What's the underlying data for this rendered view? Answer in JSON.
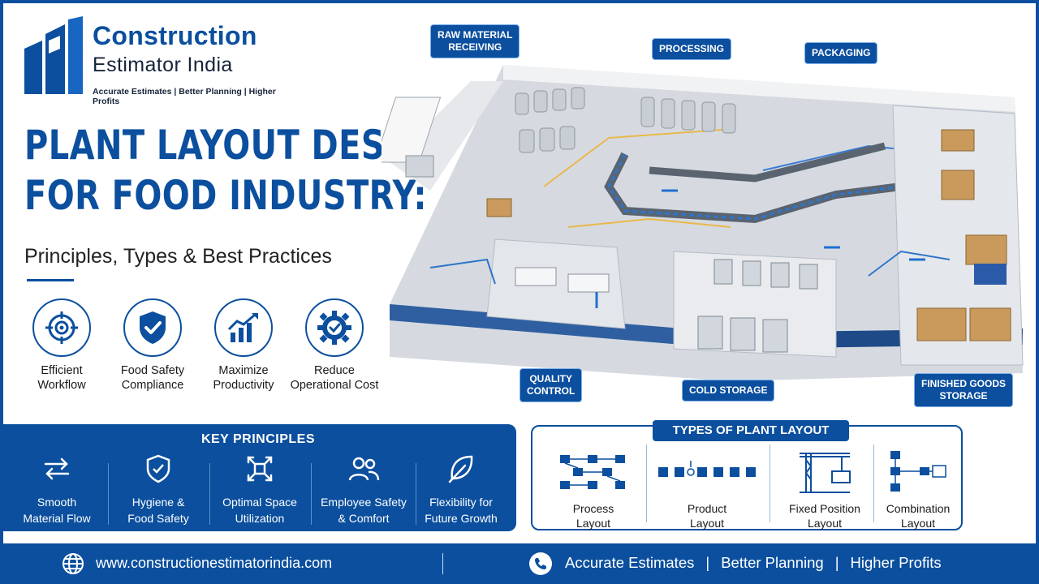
{
  "brand": {
    "name_line1": "Construction",
    "name_line2": "Estimator India",
    "tagline": "Accurate Estimates | Better Planning | Higher Profits"
  },
  "headline": {
    "line1": "PLANT LAYOUT DESIGN",
    "line2": "FOR FOOD INDUSTRY:",
    "subtitle": "Principles, Types & Best Practices"
  },
  "benefits": [
    {
      "icon": "target-icon",
      "line1": "Efficient",
      "line2": "Workflow"
    },
    {
      "icon": "shield-check-icon",
      "line1": "Food Safety",
      "line2": "Compliance"
    },
    {
      "icon": "growth-chart-icon",
      "line1": "Maximize",
      "line2": "Productivity"
    },
    {
      "icon": "gear-check-icon",
      "line1": "Reduce",
      "line2": "Operational Cost"
    }
  ],
  "plant_callouts": {
    "raw_material": {
      "line1": "RAW MATERIAL",
      "line2": "RECEIVING"
    },
    "processing": "PROCESSING",
    "packaging": "PACKAGING",
    "quality_control": {
      "line1": "QUALITY",
      "line2": "CONTROL"
    },
    "cold_storage": "COLD STORAGE",
    "finished_goods": {
      "line1": "FINISHED GOODS",
      "line2": "STORAGE"
    }
  },
  "key_principles": {
    "title": "KEY PRINCIPLES",
    "items": [
      {
        "icon": "flow-arrows-icon",
        "line1": "Smooth",
        "line2": "Material Flow"
      },
      {
        "icon": "hygiene-shield-icon",
        "line1": "Hygiene &",
        "line2": "Food Safety"
      },
      {
        "icon": "expand-space-icon",
        "line1": "Optimal Space",
        "line2": "Utilization"
      },
      {
        "icon": "people-icon",
        "line1": "Employee Safety",
        "line2": "& Comfort"
      },
      {
        "icon": "leaf-icon",
        "line1": "Flexibility for",
        "line2": "Future Growth"
      }
    ]
  },
  "layout_types": {
    "title": "TYPES OF PLANT LAYOUT",
    "items": [
      {
        "icon": "process-layout-icon",
        "line1": "Process",
        "line2": "Layout"
      },
      {
        "icon": "product-layout-icon",
        "line1": "Product",
        "line2": "Layout"
      },
      {
        "icon": "fixed-position-crane-icon",
        "line1": "Fixed Position",
        "line2": "Layout"
      },
      {
        "icon": "combination-layout-icon",
        "line1": "Combination",
        "line2": "Layout"
      }
    ]
  },
  "footer": {
    "website": "www.constructionestimatorindia.com",
    "tag1": "Accurate Estimates",
    "tag2": "Better Planning",
    "tag3": "Higher Profits",
    "separator": "|"
  },
  "colors": {
    "primary": "#0b4f9e",
    "accent_light": "#7fb0ea",
    "floor": "#d9dde3",
    "wall": "#eef0f3"
  }
}
